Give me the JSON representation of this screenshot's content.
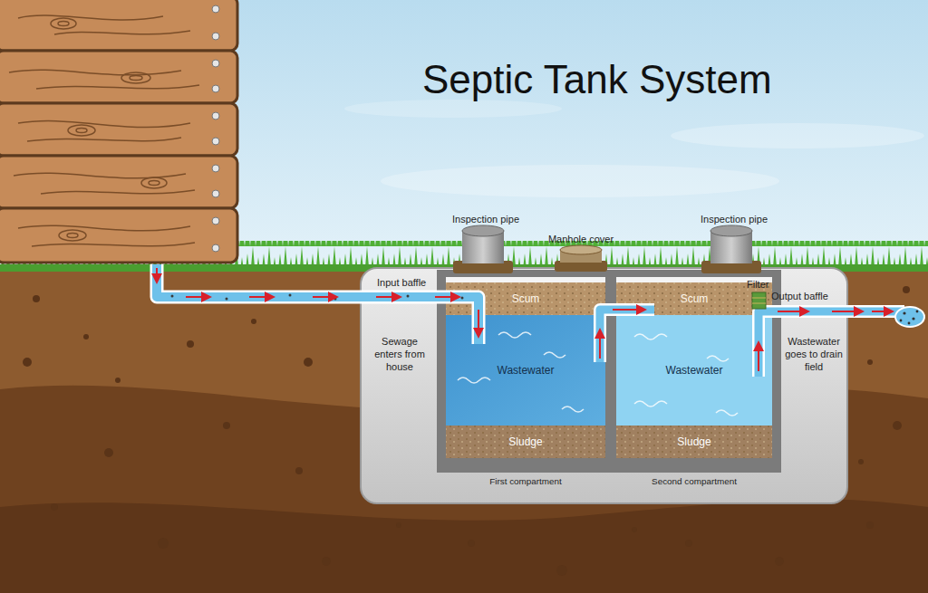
{
  "diagram": {
    "title": "Septic Tank System",
    "nodes": [
      {
        "text": [
          "First compartment"
        ]
      },
      {
        "text": [
          "Scum"
        ],
        "in": 0
      },
      {
        "text": [
          "Wastewater"
        ],
        "in": 0
      },
      {
        "text": [
          "Sludge"
        ],
        "in": 0
      },
      {
        "text": [
          "Second compartment"
        ]
      },
      {
        "text": [
          "Scum"
        ],
        "in": 4
      },
      {
        "text": [
          "Wastewater"
        ],
        "in": 4
      },
      {
        "text": [
          "Sludge"
        ],
        "in": 4
      }
    ],
    "labels": [
      "Inspection pipe",
      "Manhole cover",
      "Inspection pipe",
      "Input baffle",
      "Sewage enters from house",
      "Filter",
      "Output baffle",
      "Wastewater goes to drain field"
    ]
  }
}
